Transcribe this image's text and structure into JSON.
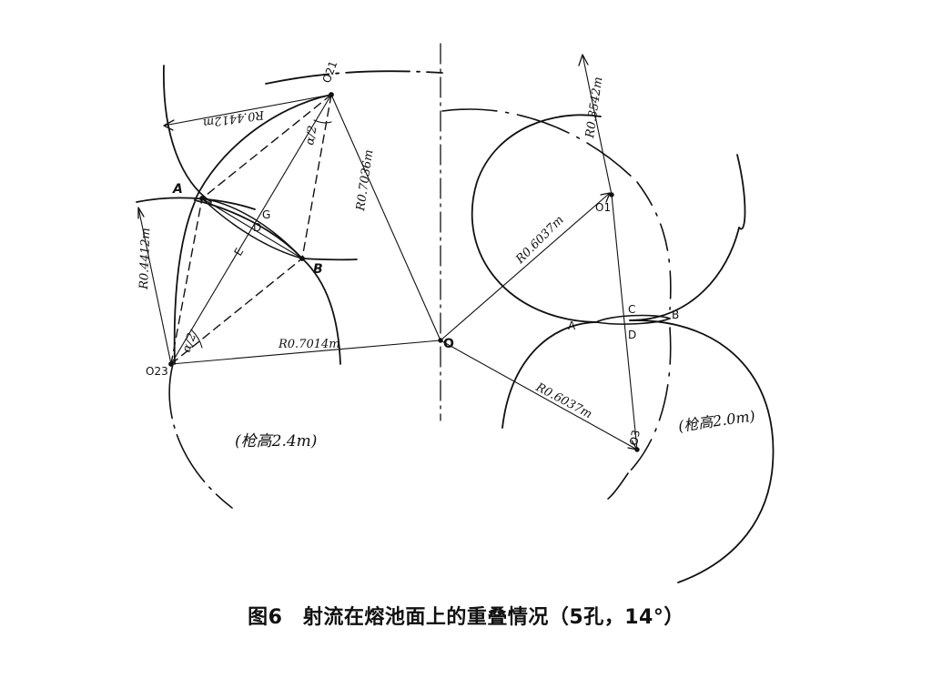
{
  "caption": "图6　射流在熔池面上的重叠情况（5孔，14°）",
  "left_diagram": {
    "note": "(枪高2.4m)",
    "labels": {
      "O21": "O21",
      "O23": "O23",
      "A": "A",
      "B": "B",
      "G": "G",
      "D": "D",
      "E": "E",
      "radius_top": "R0.4412m",
      "radius_left": "R0.4412m",
      "radius_diag": "R0.7036m",
      "radius_base": "R0.7014m",
      "angle_top": "α/2",
      "angle_bottom": "α/2"
    }
  },
  "center_label": "O",
  "right_diagram": {
    "note": "(枪高2.0m)",
    "labels": {
      "O1": "O1",
      "O3": "O3",
      "A": "A",
      "B": "B",
      "C": "C",
      "D": "D",
      "radius_top": "R0.3542m",
      "radius_upper": "R0.6037m",
      "radius_lower": "R0.6037m"
    }
  }
}
